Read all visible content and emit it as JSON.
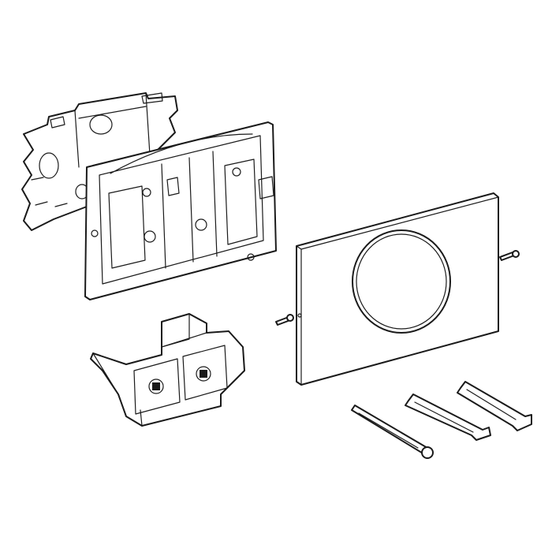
{
  "drawing": {
    "style": "exploded-view line drawing",
    "line_color": "#1a1a1a",
    "background_color": "#ffffff",
    "parts": [
      {
        "name": "mounting-bracket"
      },
      {
        "name": "mounting-frame"
      },
      {
        "name": "cover-plate-with-round-button"
      },
      {
        "name": "fixing-screw",
        "count": 2
      },
      {
        "name": "electronic-module"
      },
      {
        "name": "actuation-rod",
        "count": 3
      }
    ]
  }
}
